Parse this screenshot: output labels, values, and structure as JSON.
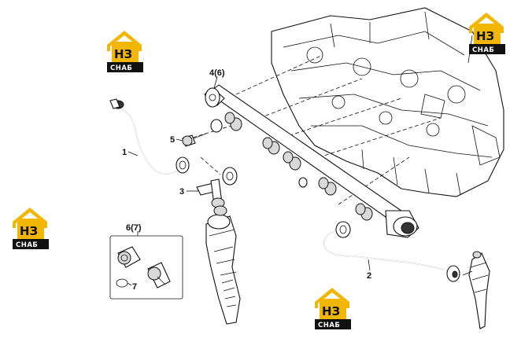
{
  "callouts": {
    "pipe_1": "1",
    "pipe_2": "2",
    "pipe_3": "3",
    "rail_4": "4(6)",
    "bolt_5": "5",
    "kit_6": "6(7)",
    "ring_7": "7"
  },
  "watermark": {
    "top": "НЗ",
    "bottom": "СНАБ",
    "accent_color": "#f2b705",
    "dark_color": "#111111"
  }
}
